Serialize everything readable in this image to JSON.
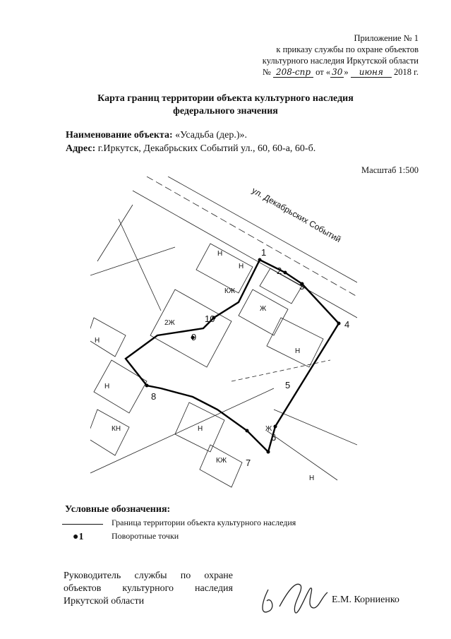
{
  "appendix": {
    "line1": "Приложение № 1",
    "line2": "к приказу службы по охране объектов",
    "line3": "культурного наследия Иркутской области",
    "number_prefix": "№",
    "number_hw": "208-спр",
    "from_label": "от «",
    "day_hw": "30",
    "quote_close": "»",
    "month_hw": "июня",
    "year": "2018 г."
  },
  "title": {
    "line1": "Карта границ территории объекта культурного наследия",
    "line2": "федерального значения"
  },
  "object": {
    "name_label": "Наименование объекта:",
    "name_value": "«Усадьба (дер.)».",
    "address_label": "Адрес:",
    "address_value": "г.Иркутск, Декабрьских Событий ул., 60, 60-а, 60-б."
  },
  "scale": "Масштаб 1:500",
  "map": {
    "street_label": "ул. Декабрьских Событий",
    "point_labels": [
      "1",
      "2",
      "3",
      "4",
      "5",
      "6",
      "7",
      "8",
      "9",
      "10"
    ],
    "building_labels": [
      "Н",
      "Н",
      "Ж",
      "КЖ",
      "2Ж",
      "Ж",
      "Н",
      "КЖ",
      "Н",
      "КН",
      "Н",
      "Н",
      "Н"
    ]
  },
  "legend": {
    "title": "Условные обозначения:",
    "boundary": "Граница территории объекта культурного наследия",
    "point_symbol": "●1",
    "points": "Поворотные точки"
  },
  "signature": {
    "position_line1": "Руководитель службы по охране",
    "position_line2": "объектов культурного наследия",
    "position_line3": "Иркутской области",
    "name": "Е.М. Корниенко"
  }
}
